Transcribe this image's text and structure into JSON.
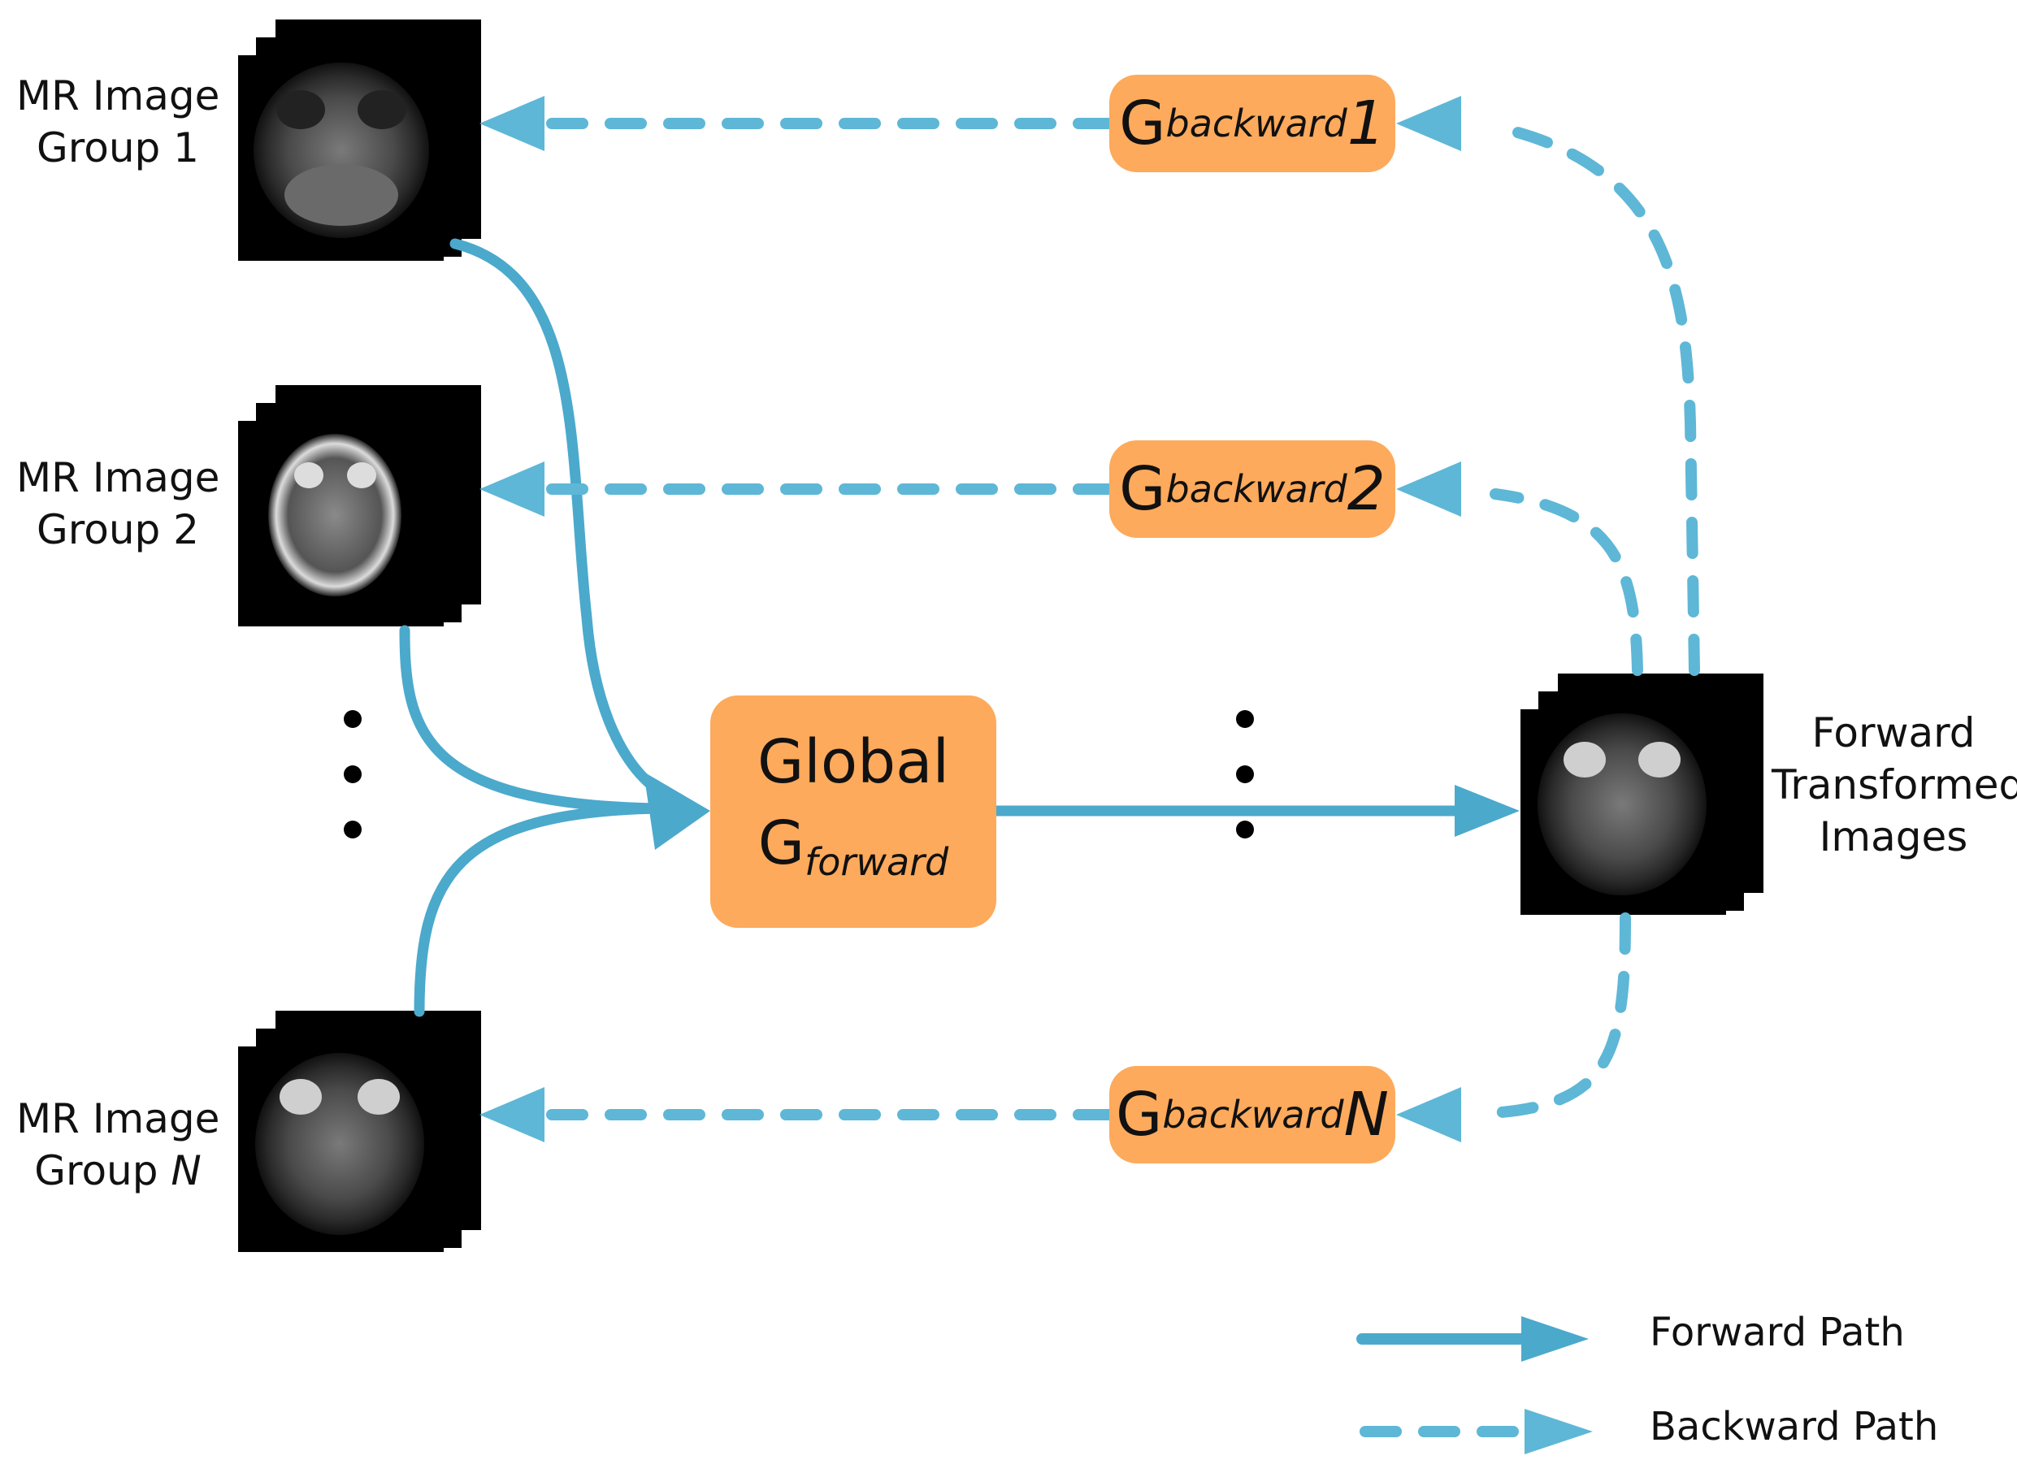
{
  "inputs": [
    {
      "line1": "MR Image",
      "line2_prefix": "Group ",
      "line2_index": "1",
      "index_italic": false
    },
    {
      "line1": "MR Image",
      "line2_prefix": "Group ",
      "line2_index": "2",
      "index_italic": false
    },
    {
      "line1": "MR Image",
      "line2_prefix": "Group ",
      "line2_index": "N",
      "index_italic": true
    }
  ],
  "global_node": {
    "line1": "Global",
    "symbol": "G",
    "subscript": "forward"
  },
  "backward_nodes": [
    {
      "symbol": "G",
      "subscript": "backward",
      "index": "1"
    },
    {
      "symbol": "G",
      "subscript": "backward",
      "index": "2"
    },
    {
      "symbol": "G",
      "subscript": "backward",
      "index": "N"
    }
  ],
  "output": {
    "line1": "Forward",
    "line2": "Transformed",
    "line3": "Images"
  },
  "legend": {
    "forward": "Forward Path",
    "backward": "Backward Path"
  },
  "colors": {
    "arrow": "#4ba9cc",
    "node_fill": "#fdaa5c",
    "image_bg": "#000000"
  }
}
